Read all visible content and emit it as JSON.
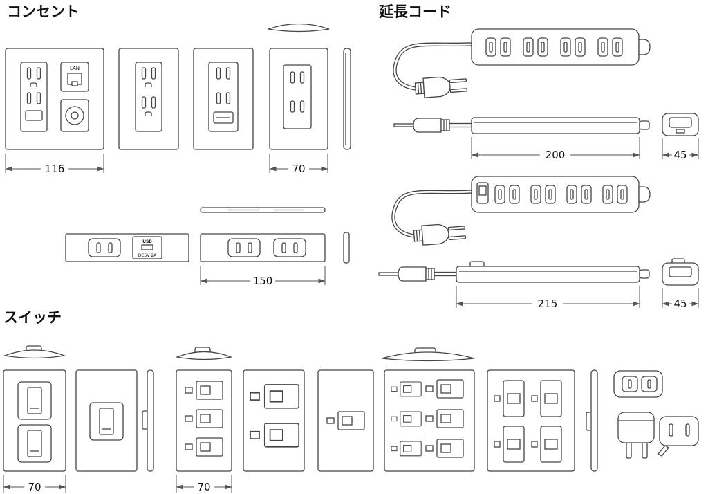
{
  "titles": {
    "outlets": "コンセント",
    "extension_cords": "延長コード",
    "switches": "スイッチ"
  },
  "labels": {
    "lan": "LAN",
    "usb": "USB",
    "usb_spec": "DC5V 2A"
  },
  "dimensions": {
    "outlet_plate_wide": "116",
    "outlet_plate_narrow": "70",
    "outlet_strip": "150",
    "extension_1_length": "200",
    "extension_1_width": "45",
    "extension_2_length": "215",
    "extension_2_width": "45",
    "switch_plate_a": "70",
    "switch_plate_b": "70"
  }
}
